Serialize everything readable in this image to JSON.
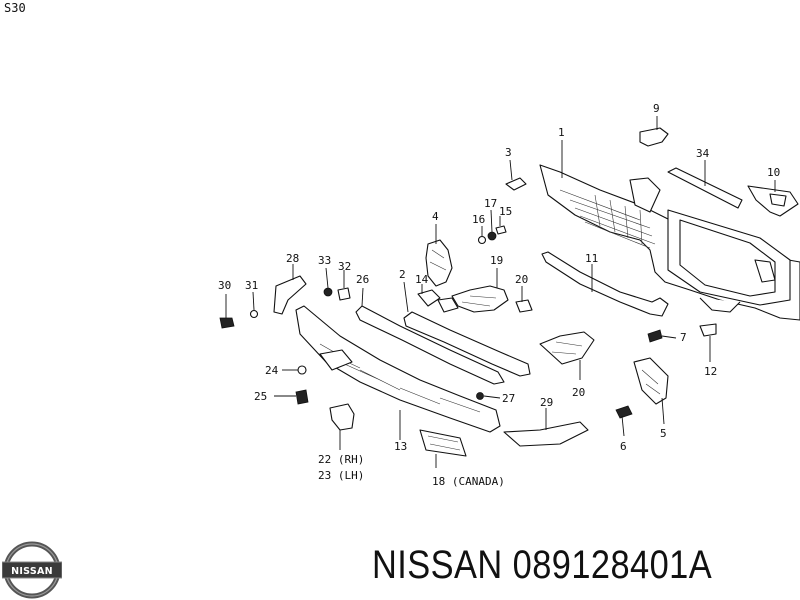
{
  "diagram": {
    "section_code": "S30",
    "labels": {
      "p1": "1",
      "p2": "2",
      "p3": "3",
      "p4": "4",
      "p5": "5",
      "p6": "6",
      "p7": "7",
      "p9": "9",
      "p10": "10",
      "p11": "11",
      "p12": "12",
      "p13": "13",
      "p14": "14",
      "p15": "15",
      "p16": "16",
      "p17": "17",
      "p18": "18 (CANADA)",
      "p19": "19",
      "p20a": "20",
      "p20b": "20",
      "p22": "22 (RH)",
      "p23": "23 (LH)",
      "p24": "24",
      "p25": "25",
      "p26": "26",
      "p27": "27",
      "p28": "28",
      "p29": "29",
      "p30": "30",
      "p31": "31",
      "p32": "32",
      "p33": "33",
      "p34": "34"
    }
  },
  "logo": {
    "text": "NISSAN"
  },
  "caption": {
    "text": "NISSAN 089128401A"
  }
}
